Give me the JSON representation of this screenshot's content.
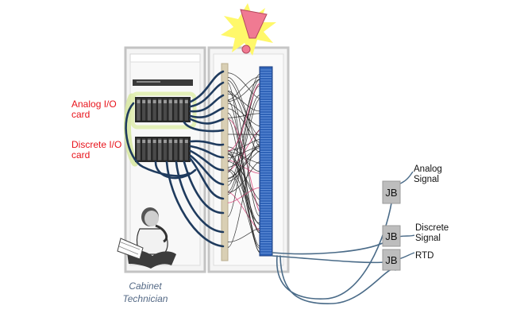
{
  "labels": {
    "analog_io_card": [
      "Analog I/O",
      "card"
    ],
    "discrete_io_card": [
      "Discrete I/O",
      "card"
    ],
    "cabinet_technician": [
      "Cabinet",
      "Technician"
    ],
    "analog_signal": [
      "Analog",
      "Signal"
    ],
    "discrete_signal": [
      "Discrete",
      "Signal"
    ],
    "rtd": "RTD"
  },
  "junction_boxes": [
    "JB",
    "JB",
    "JB"
  ],
  "colors": {
    "annotation_red": "#e8141c",
    "cable_navy": "#1f3b5e",
    "terminal_blue": "#2f63b8",
    "cabinet_frame": "#c9c9c9",
    "junction_box": "#bdbdbd",
    "warning_burst": "#fff86a",
    "warning_mark": "#f07a92",
    "highlight_green": "#d7e8a0"
  },
  "icons": [
    "warning-exclamation-icon",
    "technician-figure"
  ]
}
